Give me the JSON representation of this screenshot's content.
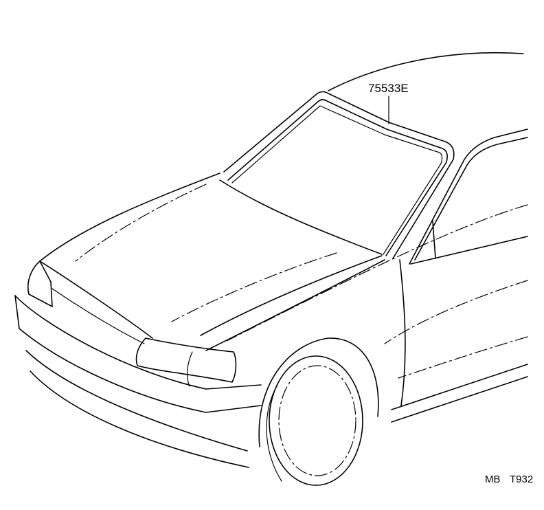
{
  "diagram": {
    "part_number": "75533E",
    "code_left": "MB",
    "code_right": "T932"
  }
}
